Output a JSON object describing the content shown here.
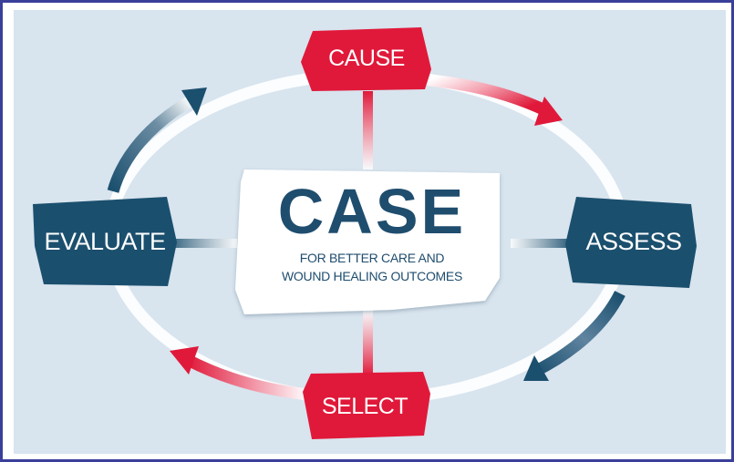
{
  "diagram": {
    "center": {
      "title": "CASE",
      "subtitle_line1": "FOR BETTER CARE AND",
      "subtitle_line2": "WOUND HEALING OUTCOMES"
    },
    "steps": [
      {
        "key": "cause",
        "label": "CAUSE",
        "color": "#e0193a"
      },
      {
        "key": "assess",
        "label": "ASSESS",
        "color": "#1b4f6e"
      },
      {
        "key": "select",
        "label": "SELECT",
        "color": "#e0193a"
      },
      {
        "key": "evaluate",
        "label": "EVALUATE",
        "color": "#1b4f6e"
      }
    ],
    "colors": {
      "red": "#e0193a",
      "navy": "#1b4f6e",
      "background": "#d8e4ee",
      "frame": "#3a3f9a"
    }
  }
}
